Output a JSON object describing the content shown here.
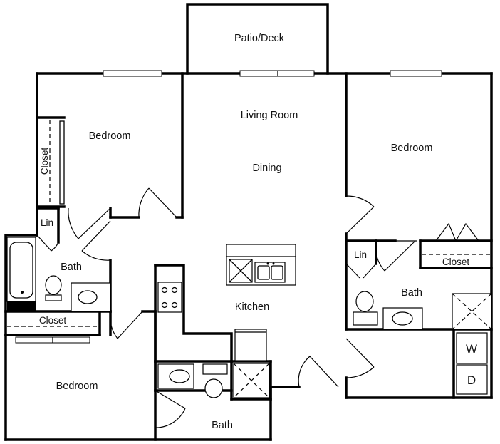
{
  "rooms": {
    "patio": "Patio/Deck",
    "living": "Living Room",
    "dining": "Dining",
    "kitchen": "Kitchen",
    "bedroom_left": "Bedroom",
    "bedroom_right": "Bedroom",
    "bedroom_bottom": "Bedroom",
    "bath_left": "Bath",
    "bath_right": "Bath",
    "bath_bottom": "Bath",
    "closet_left": "Closet",
    "closet_mid": "Closet",
    "closet_right": "Closet",
    "lin_left": "Lin",
    "lin_right": "Lin"
  },
  "appliances": {
    "washer": "W",
    "dryer": "D"
  }
}
